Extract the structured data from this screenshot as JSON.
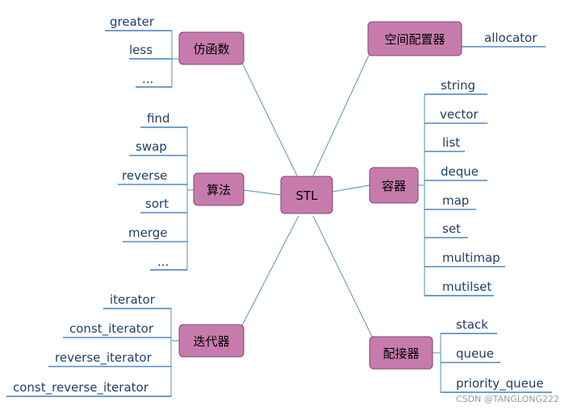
{
  "diagram": {
    "center": "STL",
    "functors": {
      "label": "仿函数",
      "items": [
        "greater",
        "less",
        "..."
      ]
    },
    "algorithms": {
      "label": "算法",
      "items": [
        "find",
        "swap",
        "reverse",
        "sort",
        "merge",
        "..."
      ]
    },
    "iterators": {
      "label": "迭代器",
      "items": [
        "iterator",
        "const_iterator",
        "reverse_iterator",
        "const_reverse_iterator"
      ]
    },
    "allocator": {
      "label": "空间配置器",
      "items": [
        "allocator"
      ]
    },
    "containers": {
      "label": "容器",
      "items": [
        "string",
        "vector",
        "list",
        "deque",
        "map",
        "set",
        "multimap",
        "mutilset"
      ]
    },
    "adapters": {
      "label": "配接器",
      "items": [
        "stack",
        "queue",
        "priority_queue"
      ]
    }
  },
  "watermark": "CSDN @TANGLONG222"
}
